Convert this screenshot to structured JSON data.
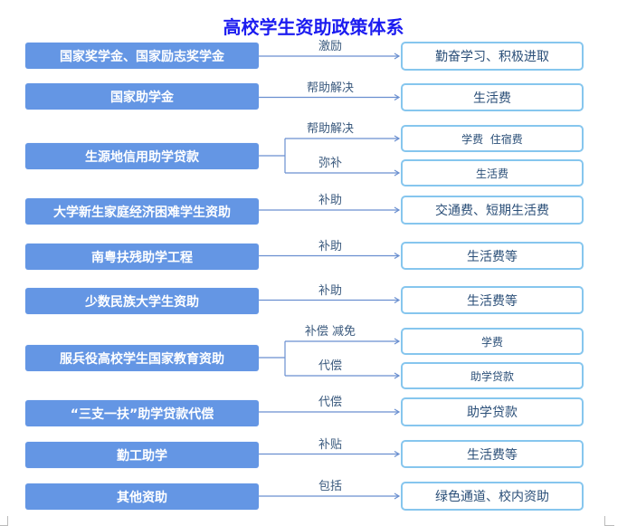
{
  "title": "高校学生资助政策体系",
  "rows": [
    {
      "source": "国家奖学金、国家励志奖学金",
      "targets": [
        {
          "relation": "激励",
          "target": "勤奋学习、积极进取"
        }
      ]
    },
    {
      "source": "国家助学金",
      "targets": [
        {
          "relation": "帮助解决",
          "target": "生活费"
        }
      ]
    },
    {
      "source": "生源地信用助学贷款",
      "targets": [
        {
          "relation": "帮助解决",
          "target": "学费  住宿费"
        },
        {
          "relation": "弥补",
          "target": "生活费"
        }
      ]
    },
    {
      "source": "大学新生家庭经济困难学生资助",
      "targets": [
        {
          "relation": "补助",
          "target": "交通费、短期生活费"
        }
      ]
    },
    {
      "source": "南粤扶残助学工程",
      "targets": [
        {
          "relation": "补助",
          "target": "生活费等"
        }
      ]
    },
    {
      "source": "少数民族大学生资助",
      "targets": [
        {
          "relation": "补助",
          "target": "生活费等"
        }
      ]
    },
    {
      "source": "服兵役高校学生国家教育资助",
      "targets": [
        {
          "relation": "补偿  减免",
          "target": "学费"
        },
        {
          "relation": "代偿",
          "target": "助学贷款"
        }
      ]
    },
    {
      "source": "“三支一扶”助学贷款代偿",
      "targets": [
        {
          "relation": "代偿",
          "target": "助学贷款"
        }
      ]
    },
    {
      "source": "勤工助学",
      "targets": [
        {
          "relation": "补贴",
          "target": "生活费等"
        }
      ]
    },
    {
      "source": "其他资助",
      "targets": [
        {
          "relation": "包括",
          "target": "绿色通道、校内资助"
        }
      ]
    }
  ],
  "colors": {
    "title": "#1c1cf0",
    "source_fill": "#6496e4",
    "target_border": "#86c6ee",
    "line": "#6a8fd0"
  }
}
